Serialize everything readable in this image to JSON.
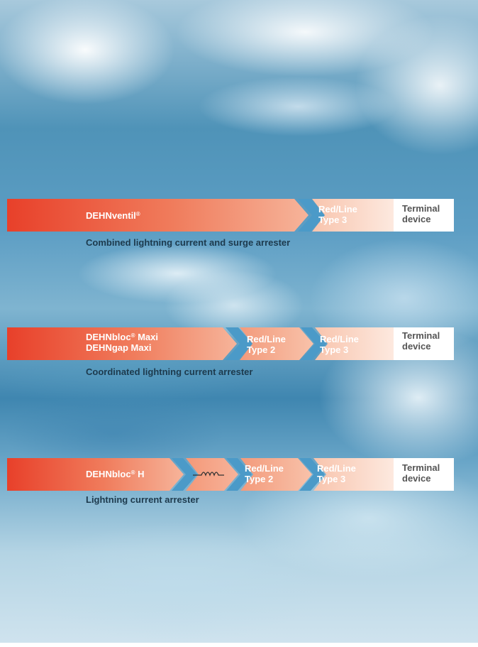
{
  "rows": [
    {
      "product_line1": "DEHNventil",
      "product_line1_mark": "®",
      "cells": [
        {
          "line1": "Red/Line",
          "line2": "Type 3"
        },
        {
          "line1": "Terminal",
          "line2": "device"
        }
      ],
      "caption": "Combined lightning current and surge arrester"
    },
    {
      "product_line1": "DEHNbloc",
      "product_line1_mark": "®",
      "product_line1_rest": " Maxi",
      "product_line2": "DEHNgap Maxi",
      "cells": [
        {
          "line1": "Red/Line",
          "line2": "Type 2"
        },
        {
          "line1": "Red/Line",
          "line2": "Type 3"
        },
        {
          "line1": "Terminal",
          "line2": "device"
        }
      ],
      "caption": "Coordinated lightning current arrester"
    },
    {
      "product_line1": "DEHNbloc",
      "product_line1_mark": "®",
      "product_line1_rest": " H",
      "decoupling_icon": "inductor-coil-icon",
      "cells": [
        {
          "line1": "Red/Line",
          "line2": "Type 2"
        },
        {
          "line1": "Red/Line",
          "line2": "Type 3"
        },
        {
          "line1": "Terminal",
          "line2": "device"
        }
      ],
      "caption": "Lightning current arrester"
    }
  ],
  "colors": {
    "arrester_start": "#e8402a",
    "arrester_end": "#f6b49a",
    "chevron": "#4b9ac8",
    "terminal": "#ffffff"
  }
}
